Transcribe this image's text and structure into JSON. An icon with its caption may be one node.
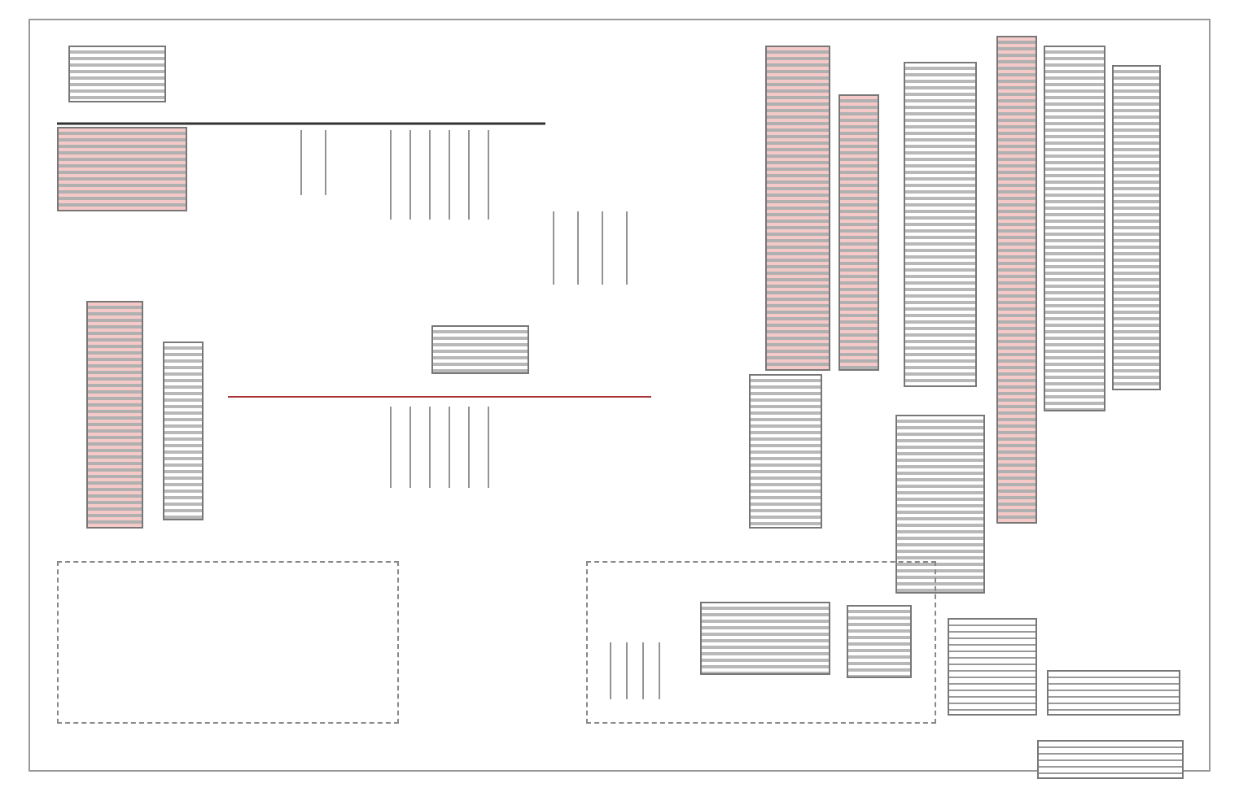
{
  "diagram": {
    "nodes": [
      {
        "text": [],
        "shape": "box"
      },
      {
        "text": [],
        "shape": "box"
      },
      {
        "text": [],
        "shape": "box"
      },
      {
        "text": [],
        "shape": "box"
      },
      {
        "text": [],
        "shape": "box"
      },
      {
        "text": [],
        "shape": "box"
      },
      {
        "text": [],
        "shape": "box"
      },
      {
        "text": [],
        "shape": "box"
      },
      {
        "text": [],
        "shape": "box"
      },
      {
        "text": [],
        "shape": "box"
      },
      {
        "text": [],
        "shape": "box"
      },
      {
        "text": [],
        "shape": "box"
      },
      {
        "text": [],
        "shape": "box"
      },
      {
        "text": [],
        "shape": "box"
      },
      {
        "text": [],
        "shape": "box",
        "in": 13
      },
      {
        "text": [],
        "shape": "box",
        "in": 13
      },
      {
        "text": [],
        "shape": "box"
      },
      {
        "text": [],
        "shape": "box"
      },
      {
        "text": [],
        "shape": "box"
      },
      {
        "text": [],
        "shape": "box"
      }
    ]
  }
}
